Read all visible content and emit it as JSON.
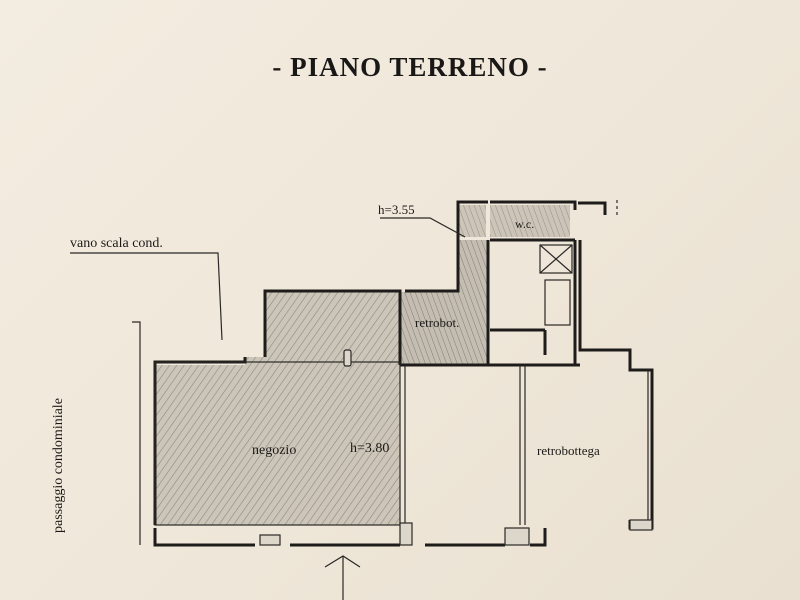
{
  "title": "- PIANO TERRENO -",
  "labels": {
    "stair": "vano scala cond.",
    "passage": "passaggio condominiale",
    "height_small": "h=3.55",
    "wc": "w.c.",
    "back_small": "retrobot.",
    "shop": "negozio",
    "height_shop": "h=3.80",
    "back_large": "retrobottega"
  },
  "colors": {
    "wall": "#1e1c1a",
    "hatch_fill": "#b9b2a7",
    "paper": "#f0e8db"
  }
}
